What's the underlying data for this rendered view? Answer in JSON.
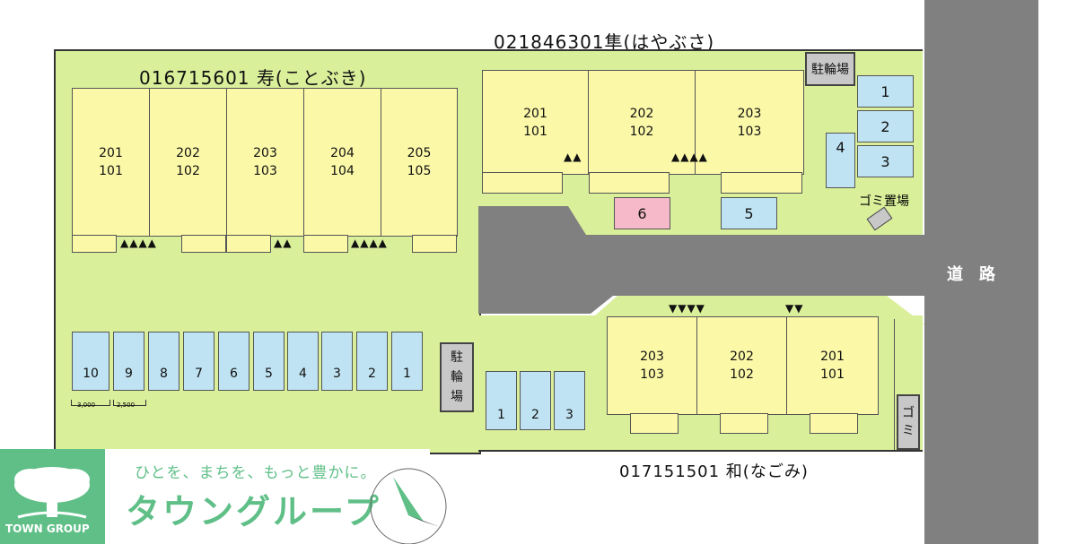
{
  "buildings": {
    "kotobuki": {
      "name": "016715601 寿(ことぶき)",
      "units": [
        {
          "upper": "201",
          "lower": "101"
        },
        {
          "upper": "202",
          "lower": "102"
        },
        {
          "upper": "203",
          "lower": "103"
        },
        {
          "upper": "204",
          "lower": "104"
        },
        {
          "upper": "205",
          "lower": "105"
        }
      ]
    },
    "hayabusa": {
      "name": "021846301隼(はやぶさ)",
      "units": [
        {
          "upper": "201",
          "lower": "101"
        },
        {
          "upper": "202",
          "lower": "102"
        },
        {
          "upper": "203",
          "lower": "103"
        }
      ]
    },
    "nagomi": {
      "name": "017151501 和(なごみ)",
      "units": [
        {
          "upper": "203",
          "lower": "103"
        },
        {
          "upper": "202",
          "lower": "102"
        },
        {
          "upper": "201",
          "lower": "101"
        }
      ]
    }
  },
  "parking": {
    "kotobuki": [
      "10",
      "9",
      "8",
      "7",
      "6",
      "5",
      "4",
      "3",
      "2",
      "1"
    ],
    "kotobuki_dims": [
      "3,000",
      "2,500"
    ],
    "hayabusa_right": [
      "1",
      "2",
      "3",
      "4"
    ],
    "hayabusa_front": [
      "6",
      "5"
    ],
    "nagomi": [
      "1",
      "2",
      "3"
    ]
  },
  "facilities": {
    "bike_kotobuki": "駐\n輪\n場",
    "bike_hayabusa": "駐輪場",
    "garbage_hayabusa": "ゴミ置場",
    "garbage_nagomi": "ゴ\nミ"
  },
  "road": {
    "label": "道　路"
  },
  "company": {
    "tagline": "ひとを、まちを、もっと豊かに。",
    "name": "タウングループ",
    "logo_text": "TOWN GROUP"
  }
}
